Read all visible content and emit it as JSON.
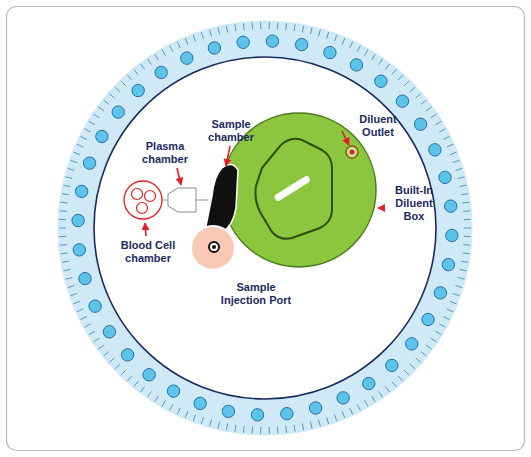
{
  "diagram": {
    "labels": [
      "Sample chamber",
      "Diluent Outlet",
      "Plasma chamber",
      "Built-In Diluent Box",
      "Blood Cell chamber",
      "Sample Injection Port"
    ]
  }
}
